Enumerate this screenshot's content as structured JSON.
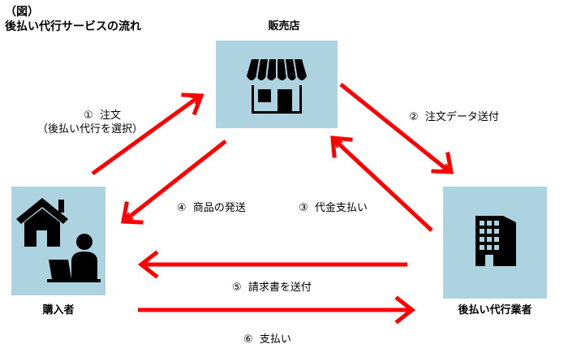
{
  "figure": {
    "label": "（図）",
    "title": "後払い代行サービスの流れ"
  },
  "nodes": {
    "store": {
      "label": "販売店",
      "icon": "storefront-icon"
    },
    "buyer": {
      "label": "購入者",
      "icon": "home-worker-icon"
    },
    "agency": {
      "label": "後払い代行業者",
      "icon": "office-building-icon"
    }
  },
  "steps": {
    "s1": {
      "num": "①",
      "text": "注文",
      "sub": "（後払い代行を選択）"
    },
    "s2": {
      "num": "②",
      "text": "注文データ送付"
    },
    "s3": {
      "num": "③",
      "text": "代金支払い"
    },
    "s4": {
      "num": "④",
      "text": "商品の発送"
    },
    "s5": {
      "num": "⑤",
      "text": "請求書を送付"
    },
    "s6": {
      "num": "⑥",
      "text": "支払い"
    }
  },
  "colors": {
    "arrow": "#ff0000",
    "box": "#add3e0",
    "icon": "#000000"
  }
}
